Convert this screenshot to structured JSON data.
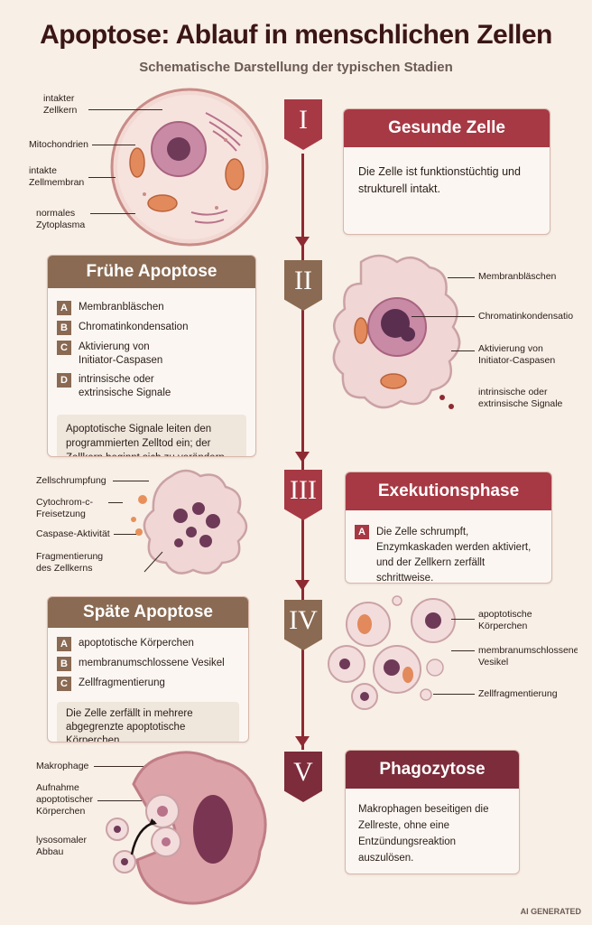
{
  "header": {
    "title": "Apoptose: Ablauf in menschlichen Zellen",
    "subtitle": "Schematische Darstellung der typischen Stadien"
  },
  "stages": [
    {
      "numeral": "I",
      "title": "Gesunde Zelle",
      "text": "Die Zelle ist funktionstüchtig und strukturell intakt.",
      "labels": [
        "intakter Zellkern",
        "Mitochondrien",
        "intakte Zellmembran",
        "normales Zytoplasma"
      ]
    },
    {
      "numeral": "II",
      "title": "Frühe Apoptose",
      "items": [
        {
          "letter": "A",
          "text": "Membranbläschen"
        },
        {
          "letter": "B",
          "text": "Chromatinkondensation"
        },
        {
          "letter": "C",
          "text": "Aktivierung von Initiator-Caspasen"
        },
        {
          "letter": "D",
          "text": "intrinsische oder extrinsische Signale"
        }
      ],
      "note": "Apoptotische Signale leiten den programmierten Zelltod ein; der Zellkern beginnt sich zu verändern.",
      "labels": [
        "Membranbläschen",
        "Chromatinkondensatio",
        "Aktivierung von Initiator-Caspasen",
        "intrinsische oder extrinsische Signale"
      ]
    },
    {
      "numeral": "III",
      "title": "Exekutionsphase",
      "items": [
        {
          "letter": "A",
          "text": "Die Zelle schrumpft, Enzymkaskaden werden aktiviert, und der Zellkern zerfällt schrittweise."
        }
      ],
      "labels": [
        "Zellschrumpfung",
        "Cytochrom-c-Freisetzung",
        "Caspase-Aktivität",
        "Fragmentierung des Zellkerns"
      ]
    },
    {
      "numeral": "IV",
      "title": "Späte Apoptose",
      "items": [
        {
          "letter": "A",
          "text": "apoptotische Körperchen"
        },
        {
          "letter": "B",
          "text": "membranumschlossene Vesikel"
        },
        {
          "letter": "C",
          "text": "Zellfragmentierung"
        }
      ],
      "note": "Die Zelle zerfällt in mehrere abgegrenzte apoptotische Körperchen.",
      "labels": [
        "apoptotische Körperchen",
        "membranumschlossene Vesikel",
        "Zellfragmentierung"
      ]
    },
    {
      "numeral": "V",
      "title": "Phagozytose",
      "text": "Makrophagen beseitigen die Zellreste, ohne eine Entzündungsreaktion auszulösen.",
      "labels": [
        "Makrophage",
        "Aufnahme apoptotischer Körperchen",
        "lysosomaler Abbau"
      ]
    }
  ],
  "watermark": "AI GENERATED",
  "colors": {
    "red": "#a73944",
    "brown": "#8a6a52",
    "plum": "#7c2c3a",
    "line": "#8e2a32"
  }
}
